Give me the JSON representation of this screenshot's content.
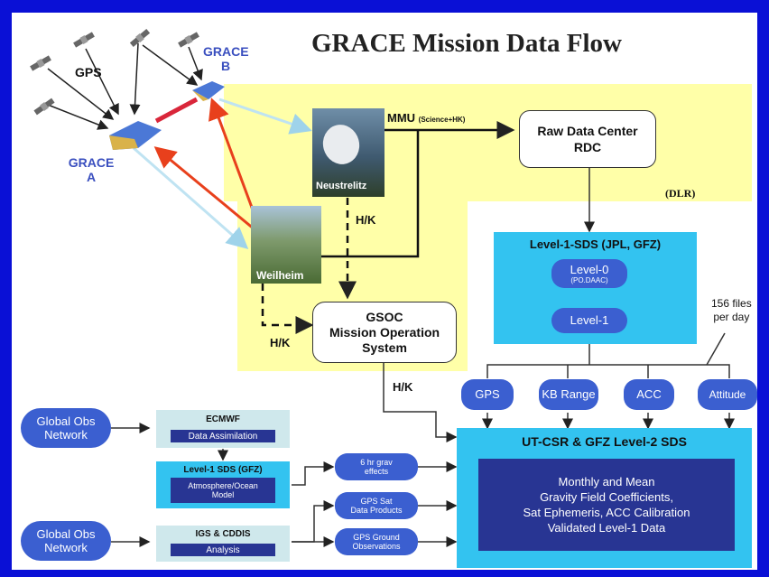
{
  "title": "GRACE Mission Data Flow",
  "satellites": {
    "gps": "GPS",
    "grace_b_line1": "GRACE",
    "grace_b_line2": "B",
    "grace_a_line1": "GRACE",
    "grace_a_line2": "A"
  },
  "stations": {
    "neustrelitz": "Neustrelitz",
    "weilheim": "Weilheim"
  },
  "mmu": {
    "label": "MMU",
    "detail": "(Science+HK)"
  },
  "rdc": {
    "line1": "Raw Data Center",
    "line2": "RDC"
  },
  "dlr": "(DLR)",
  "hk_labels": {
    "a": "H/K",
    "b": "H/K",
    "c": "H/K"
  },
  "gsoc": {
    "line1": "GSOC",
    "line2": "Mission Operation",
    "line3": "System"
  },
  "level1": {
    "title": "Level-1-SDS (JPL, GFZ)",
    "level0": "Level-0",
    "level0_sub": "(PO.DAAC)",
    "level1": "Level-1"
  },
  "files_note": {
    "line1": "156 files",
    "line2": "per day"
  },
  "products": [
    "GPS",
    "KB Range",
    "ACC",
    "Attitude"
  ],
  "level2": {
    "title": "UT-CSR & GFZ Level-2 SDS",
    "line1": "Monthly and Mean",
    "line2": "Gravity Field Coefficients,",
    "line3": "Sat Ephemeris, ACC Calibration",
    "line4": "Validated Level-1 Data"
  },
  "global_obs": [
    {
      "line1": "Global Obs",
      "line2": "Network"
    },
    {
      "line1": "Global Obs",
      "line2": "Network"
    }
  ],
  "ecmwf": {
    "title": "ECMWF",
    "sub": "Data Assimilation"
  },
  "level1_gfz": {
    "title": "Level-1 SDS (GFZ)",
    "sub_line1": "Atmosphere/Ocean",
    "sub_line2": "Model"
  },
  "igs": {
    "title": "IGS & CDDIS",
    "sub": "Analysis"
  },
  "aux": [
    {
      "line1": "6 hr grav",
      "line2": "effects"
    },
    {
      "line1": "GPS Sat",
      "line2": "Data Products"
    },
    {
      "line1": "GPS Ground",
      "line2": "Observations"
    }
  ],
  "colors": {
    "border": "#0a10d6",
    "yellow": "#ffffa8",
    "cyan": "#33c3f0",
    "pill": "#3b5fd0",
    "navy": "#283593",
    "red_arrow": "#e8401c",
    "light_arrow": "#bfe3f2"
  }
}
